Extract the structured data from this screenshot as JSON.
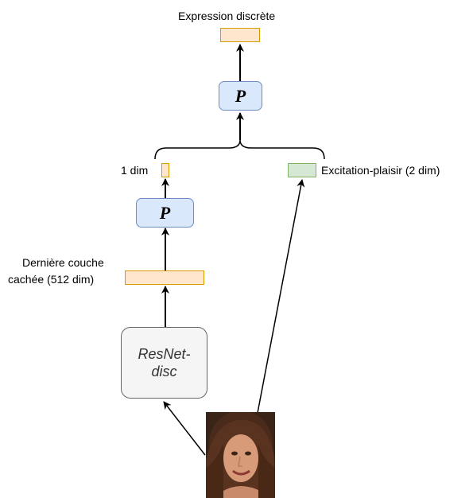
{
  "nodes": {
    "discrete_expression": {
      "label": "Expression discrète"
    },
    "projection_top": {
      "label": "P"
    },
    "one_dim": {
      "label": "1 dim"
    },
    "projection_left": {
      "label": "P"
    },
    "hidden_layer": {
      "label_line1": "Dernière couche",
      "label_line2": "cachée (512 dim)"
    },
    "resnet": {
      "label_line1": "ResNet-",
      "label_line2": "disc"
    },
    "arousal_valence": {
      "label": "Excitation-plaisir (2 dim)"
    },
    "input_image": {
      "description_icon": "face-photo"
    }
  },
  "colors": {
    "orange_fill": "#ffe6cc",
    "orange_stroke": "#d79b00",
    "blue_fill": "#dae8fc",
    "blue_stroke": "#6c8ebf",
    "green_fill": "#d5e8d4",
    "green_stroke": "#82b366",
    "gray_fill": "#f5f5f5",
    "gray_stroke": "#666666"
  }
}
